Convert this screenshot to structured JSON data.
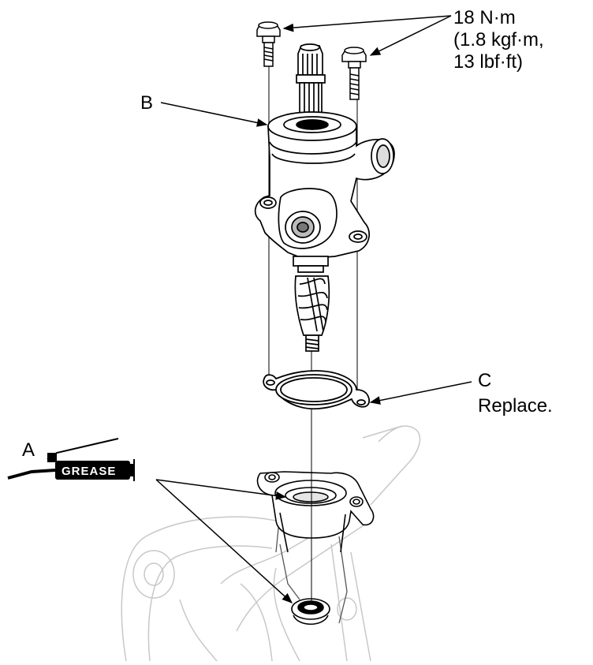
{
  "callouts": {
    "torque": {
      "line1": "18 N·m",
      "line2": "(1.8 kgf·m,",
      "line3": "13 lbf·ft)"
    },
    "b": {
      "letter": "B"
    },
    "c": {
      "letter": "C",
      "note": "Replace."
    },
    "a": {
      "letter": "A"
    }
  },
  "grease_icon": {
    "label": "GREASE"
  }
}
